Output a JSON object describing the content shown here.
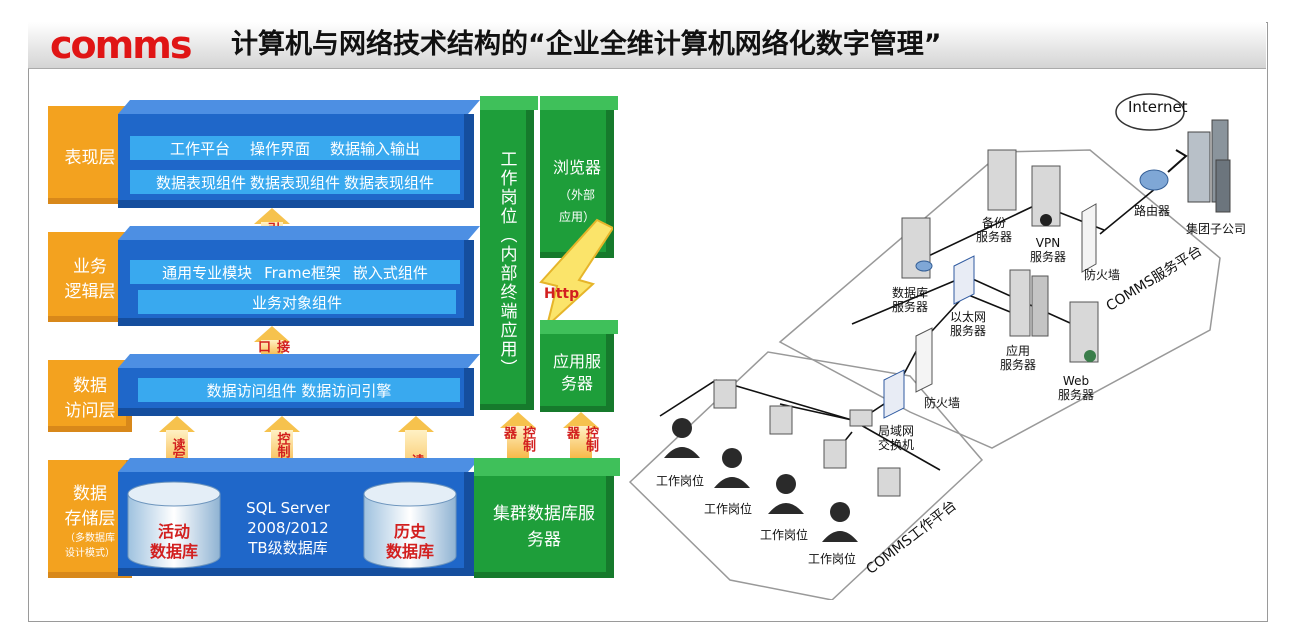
{
  "title": {
    "brand": "comms",
    "text": "计算机与网络技术结构的“企业全维计算机网络化数字管理”"
  },
  "layers": {
    "presentation": "表现层",
    "business": [
      "业务",
      "逻辑层"
    ],
    "access": [
      "数据",
      "访问层"
    ],
    "storage": [
      "数据",
      "存储层",
      "（多数据库",
      "设计模式）"
    ]
  },
  "presentation_row1": [
    "工作平台",
    "操作界面",
    "数据输入输出"
  ],
  "presentation_row2": [
    "数据表现组件",
    "数据表现组件",
    "数据表现组件"
  ],
  "business_row1": [
    "通用专业模块",
    "Frame框架",
    "嵌入式组件"
  ],
  "business_row2": "业务对象组件",
  "access_row": "数据访问组件  数据访问引擎",
  "arrows": {
    "quote": "引用",
    "interface": "接口",
    "read_write": "读写",
    "controller": "控制器",
    "read": "读",
    "http": "Http"
  },
  "workstation_column": "工作岗位（内部终端应用）",
  "browser": {
    "title": "浏览器",
    "sub": "（外部应用）"
  },
  "app_server_box": "应用服务器",
  "cluster_box": "集群数据库服务器",
  "databases": {
    "active": [
      "活动",
      "数据库"
    ],
    "sql": [
      "SQL Server",
      "2008/2012",
      "TB级数据库"
    ],
    "history": [
      "历史",
      "数据库"
    ]
  },
  "network": {
    "internet": "Internet",
    "router": "路由器",
    "group": "集团子公司",
    "backup": [
      "备份",
      "服务器"
    ],
    "vpn": [
      "VPN",
      "服务器"
    ],
    "firewall_top": "防火墙",
    "db_server": [
      "数据库",
      "服务器"
    ],
    "ethernet_server": [
      "以太网",
      "服务器"
    ],
    "app_server": [
      "应用",
      "服务器"
    ],
    "web_server": [
      "Web",
      "服务器"
    ],
    "service_platform": "COMMS服务平台",
    "firewall_mid": "防火墙",
    "lan_switch": [
      "局域网",
      "交换机"
    ],
    "work_platform": "COMMS工作平台",
    "workstation": "工作岗位"
  }
}
